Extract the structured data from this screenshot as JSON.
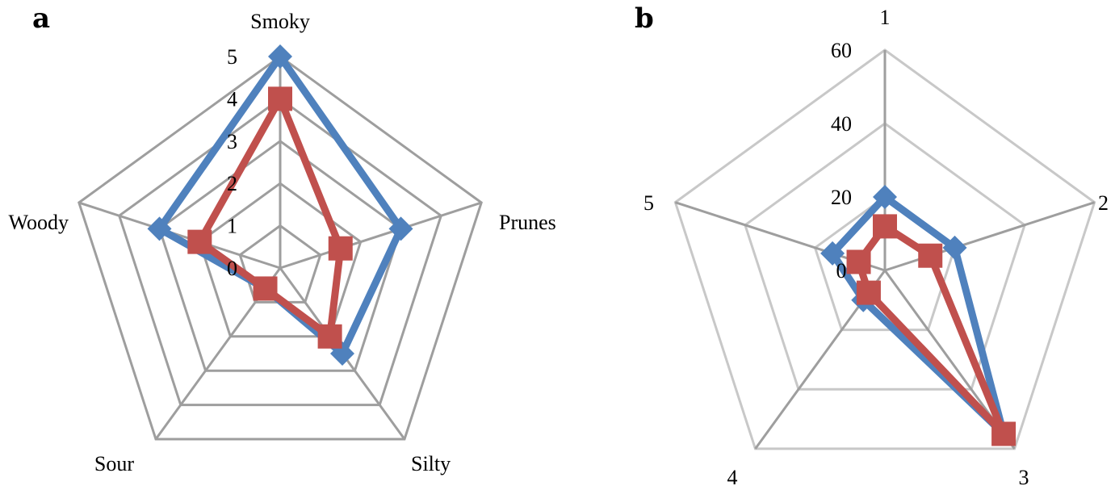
{
  "chart_data": [
    {
      "type": "radar",
      "panel": "a",
      "axes": [
        "Smoky",
        "Prunes",
        "Silty",
        "Sour",
        "Woody"
      ],
      "rlim": [
        0,
        5
      ],
      "ticks": [
        "0",
        "1",
        "2",
        "3",
        "4",
        "5"
      ],
      "grid": true,
      "grid_color": "#9e9e9e",
      "series": [
        {
          "color": "#4f81bd",
          "marker": "diamond",
          "values": [
            5,
            3,
            2.5,
            0.6,
            3
          ]
        },
        {
          "color": "#c0504d",
          "marker": "square",
          "values": [
            4,
            1.5,
            2,
            0.6,
            2
          ]
        }
      ]
    },
    {
      "type": "radar",
      "panel": "b",
      "axes": [
        "1",
        "2",
        "3",
        "4",
        "5"
      ],
      "rlim": [
        0,
        60
      ],
      "ticks": [
        "0",
        "20",
        "40",
        "60"
      ],
      "grid": true,
      "grid_color": "#c8c8c8",
      "spoke_color": "#9e9e9e",
      "series": [
        {
          "color": "#4f81bd",
          "marker": "diamond",
          "values": [
            20,
            20,
            55,
            10,
            15
          ]
        },
        {
          "color": "#c0504d",
          "marker": "square",
          "values": [
            12,
            13,
            55,
            7.5,
            7.5
          ]
        }
      ]
    }
  ]
}
